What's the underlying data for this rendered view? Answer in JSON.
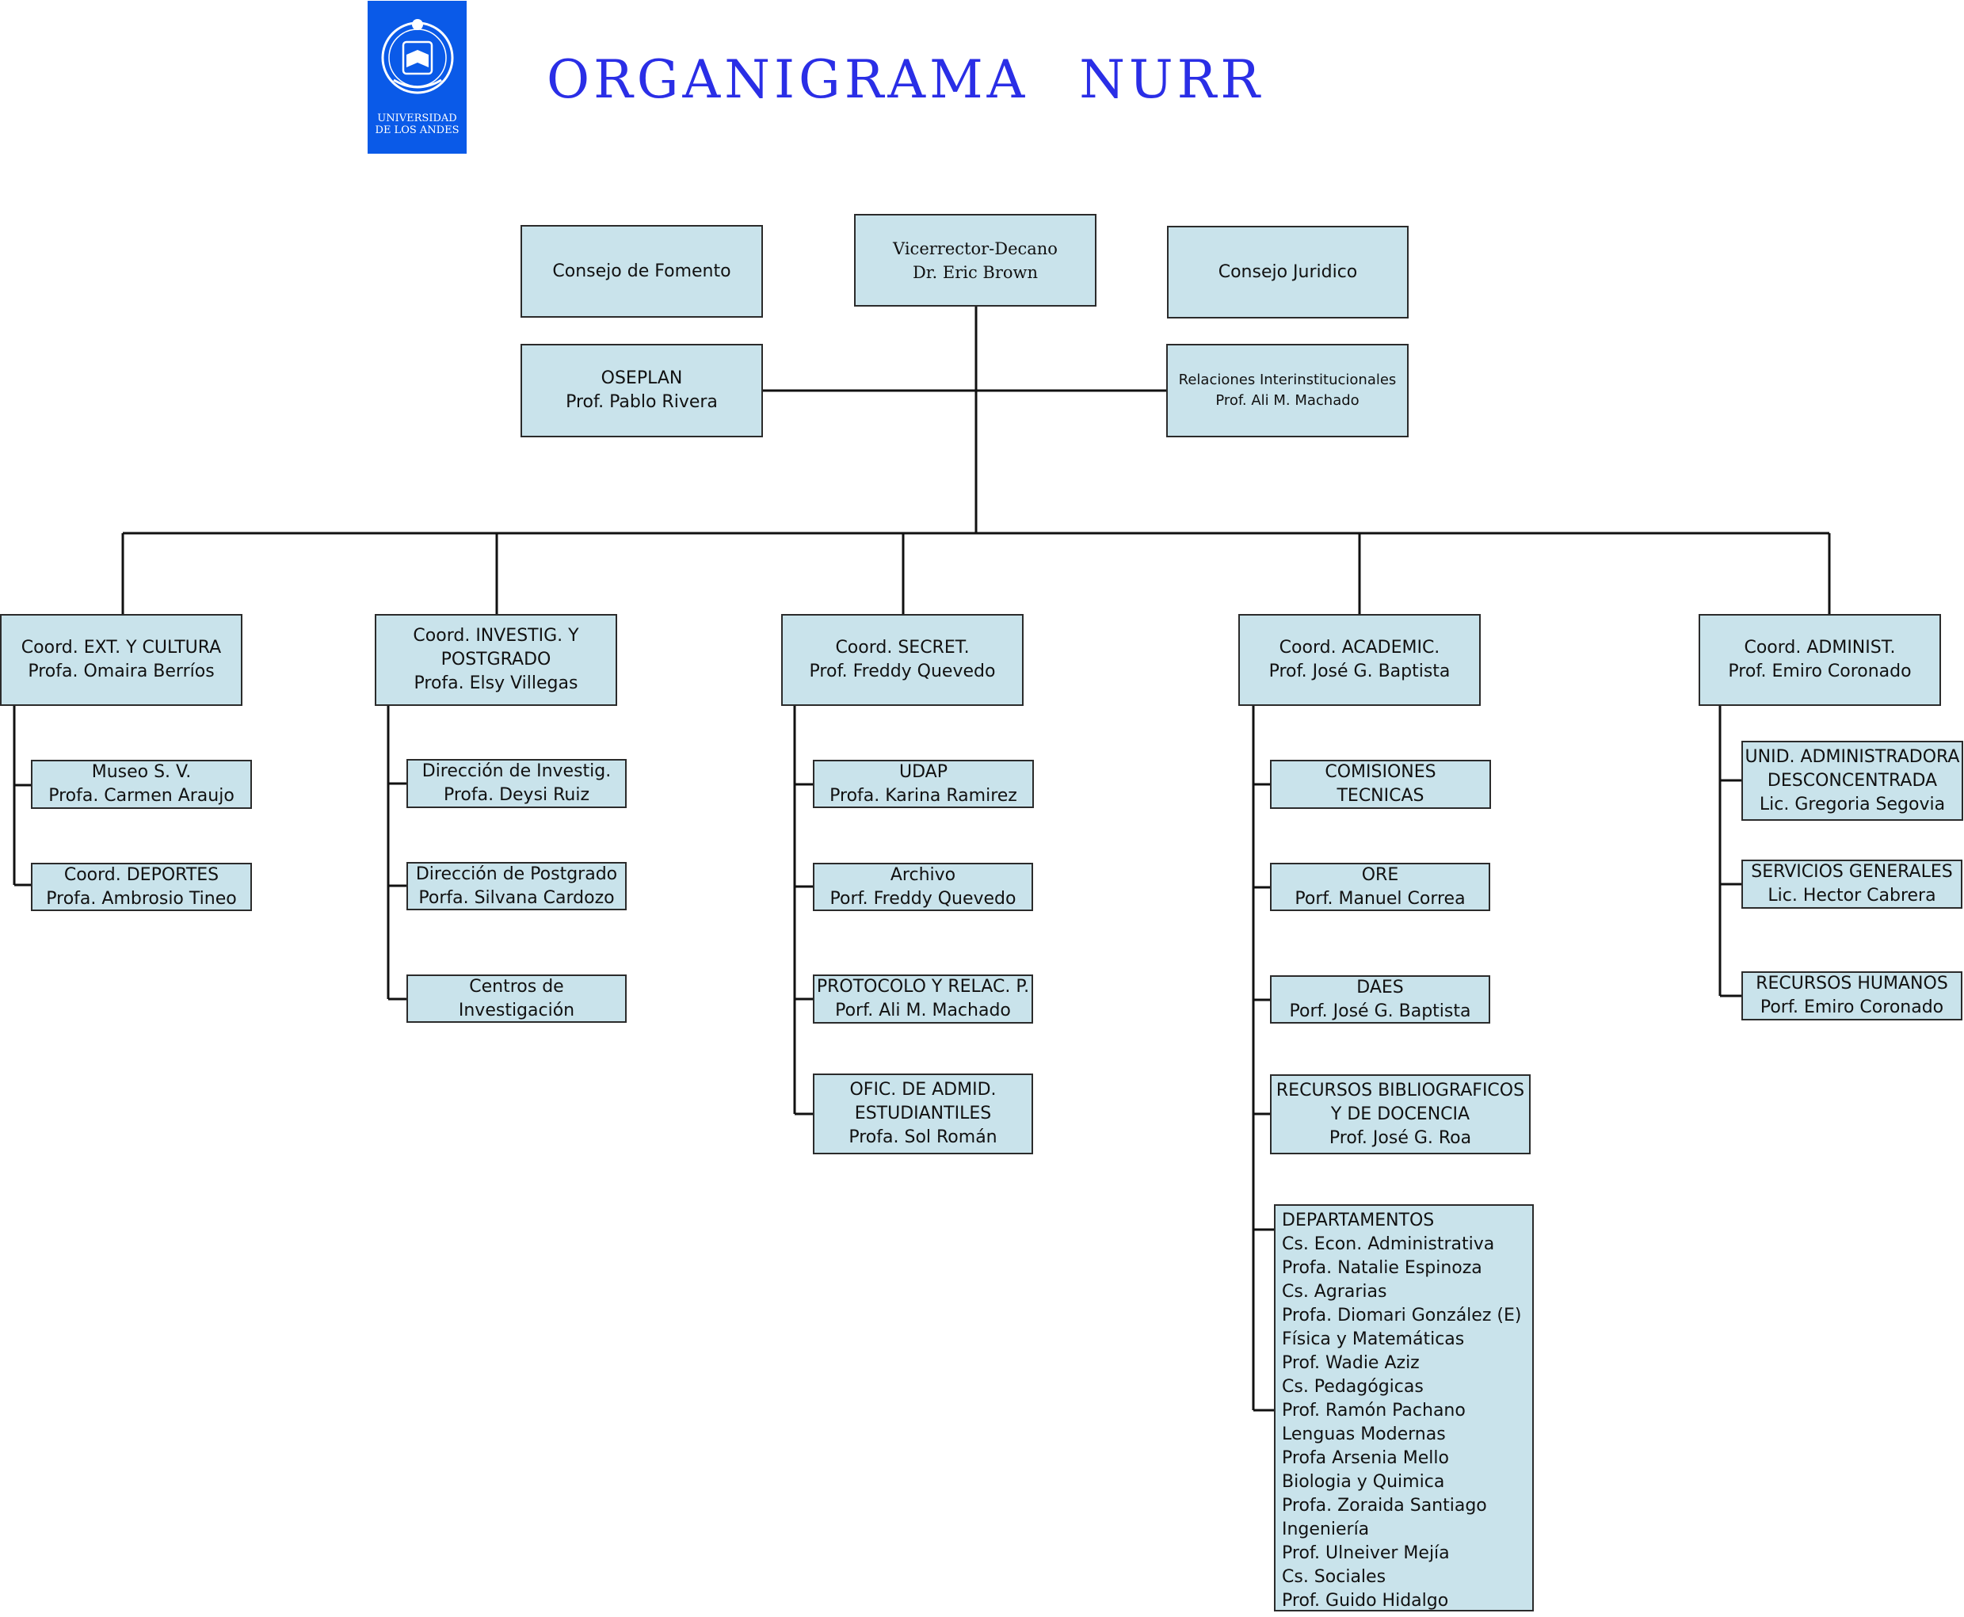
{
  "header": {
    "title": "ORGANIGRAMA  NURR",
    "logo_text": [
      "UNIVERSIDAD",
      "DE LOS ANDES"
    ],
    "logo_color": "#0a5ae8",
    "title_color": "#2a2ee6"
  },
  "top": {
    "vicerrector": [
      "Vicerrector-Decano",
      "Dr. Eric Brown"
    ],
    "consejo_fomento": [
      "Consejo de Fomento"
    ],
    "consejo_juridico": [
      "Consejo Juridico"
    ],
    "oseplan": [
      "OSEPLAN",
      "Prof. Pablo Rivera"
    ],
    "relaciones": [
      "Relaciones Interinstitucionales",
      "Prof. Ali M. Machado"
    ]
  },
  "coordinations": {
    "ext": {
      "head": [
        "Coord. EXT. Y CULTURA",
        "Profa. Omaira Berríos"
      ],
      "children": [
        [
          "Museo S. V.",
          "Profa. Carmen Araujo"
        ],
        [
          "Coord. DEPORTES",
          "Profa. Ambrosio Tineo"
        ]
      ]
    },
    "investig": {
      "head": [
        "Coord. INVESTIG. Y",
        "POSTGRADO",
        "Profa. Elsy Villegas"
      ],
      "children": [
        [
          "Dirección de Investig.",
          "Profa. Deysi Ruiz"
        ],
        [
          "Dirección de Postgrado",
          "Porfa. Silvana Cardozo"
        ],
        [
          "Centros de",
          "Investigación"
        ]
      ]
    },
    "secret": {
      "head": [
        "Coord. SECRET.",
        "Prof. Freddy Quevedo"
      ],
      "children": [
        [
          "UDAP",
          "Profa. Karina Ramirez"
        ],
        [
          "Archivo",
          "Porf. Freddy Quevedo"
        ],
        [
          "PROTOCOLO Y RELAC. P.",
          "Porf. Ali M. Machado"
        ],
        [
          "OFIC. DE ADMID.",
          "ESTUDIANTILES",
          "Profa. Sol Román"
        ]
      ]
    },
    "academic": {
      "head": [
        "Coord. ACADEMIC.",
        "Prof. José G. Baptista"
      ],
      "children": [
        [
          "COMISIONES",
          "TECNICAS"
        ],
        [
          "ORE",
          "Porf. Manuel Correa"
        ],
        [
          "DAES",
          "Porf. José G. Baptista"
        ],
        [
          "RECURSOS BIBLIOGRAFICOS",
          "Y DE DOCENCIA",
          "Prof. José G. Roa"
        ],
        [
          "DEPARTAMENTOS",
          "Cs. Econ. Administrativa",
          "Profa. Natalie Espinoza",
          "Cs. Agrarias",
          "Profa. Diomari González (E)",
          "Física y Matemáticas",
          "Prof. Wadie Aziz",
          "Cs. Pedagógicas",
          "Prof. Ramón Pachano",
          "Lenguas Modernas",
          "Profa Arsenia Mello",
          "Biologia y Quimica",
          "Profa. Zoraida Santiago",
          "Ingeniería",
          "Prof. Ulneiver Mejía",
          "Cs. Sociales",
          "Prof. Guido Hidalgo"
        ]
      ]
    },
    "admin": {
      "head": [
        "Coord. ADMINIST.",
        "Prof. Emiro Coronado"
      ],
      "children": [
        [
          "UNID. ADMINISTRADORA",
          "DESCONCENTRADA",
          "Lic. Gregoria Segovia"
        ],
        [
          "SERVICIOS GENERALES",
          "Lic. Hector Cabrera"
        ],
        [
          "RECURSOS HUMANOS",
          "Porf. Emiro Coronado"
        ]
      ]
    }
  },
  "colors": {
    "box_fill": "#c9e3eb",
    "line": "#111111"
  }
}
